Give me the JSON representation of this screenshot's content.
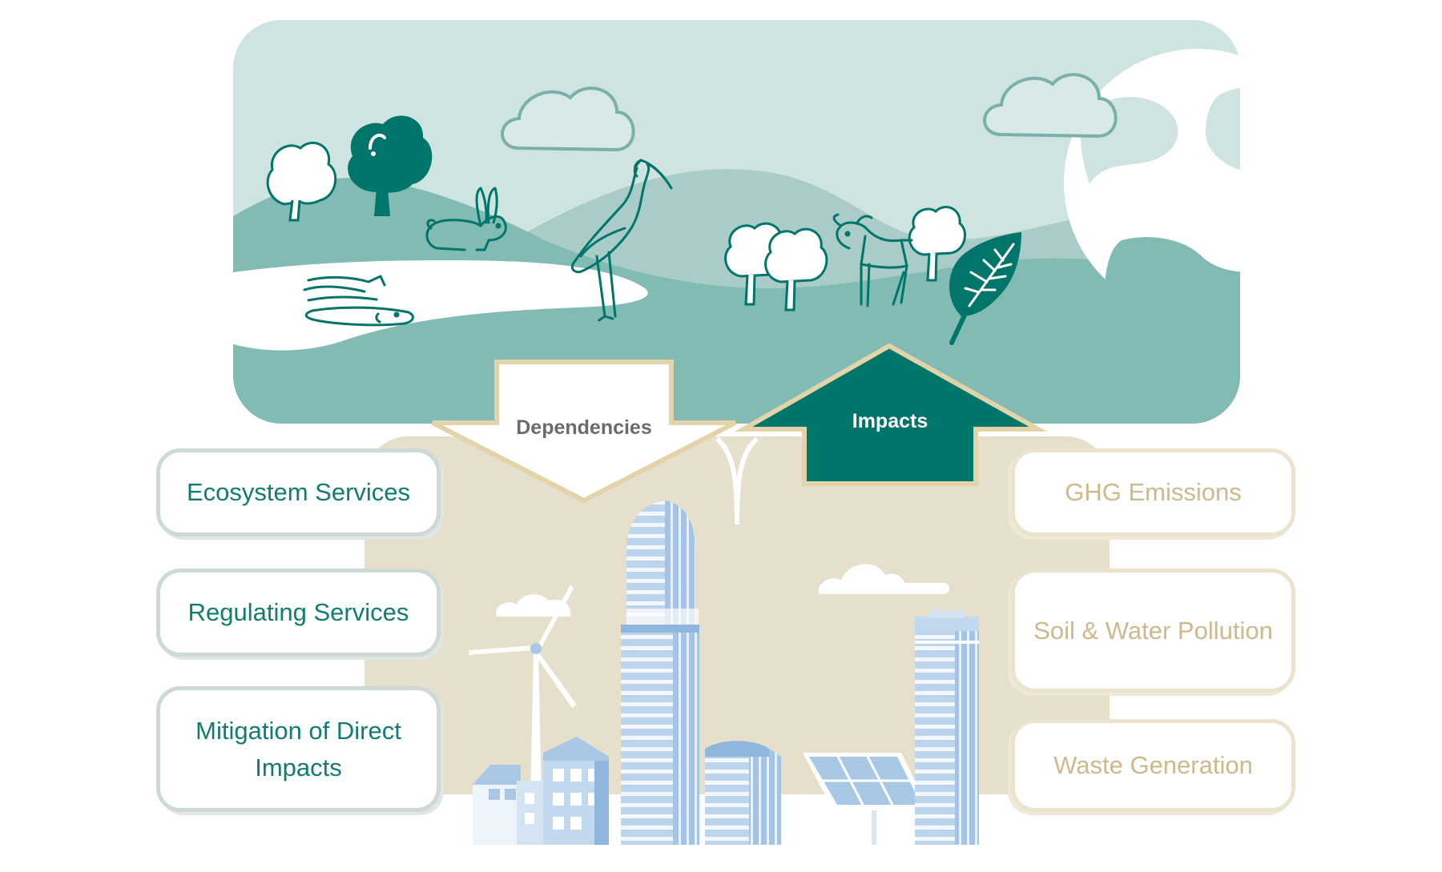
{
  "arrows": {
    "dependencies": "Dependencies",
    "impacts": "Impacts"
  },
  "dependencies": [
    {
      "label": "Ecosystem Services"
    },
    {
      "label": "Regulating Services"
    },
    {
      "label": "Mitigation of Direct Impacts"
    }
  ],
  "impacts": [
    {
      "label": "GHG Emissions"
    },
    {
      "label": "Soil & Water Pollution"
    },
    {
      "label": "Waste Generation"
    }
  ],
  "colors": {
    "sky": "#cfe3e1",
    "hills_light": "#a9ccc8",
    "hills_dark": "#82bab4",
    "teal_dark": "#00756a",
    "beige_panel": "#e5dfcb",
    "beige_outline": "#e2d3a8",
    "building_blue": "#a9c8e6"
  },
  "icons": [
    "tree-icon",
    "rabbit-icon",
    "crane-icon",
    "fish-icon",
    "deer-icon",
    "leaf-icon",
    "globe-icon",
    "cloud-icon",
    "skyscraper-icon",
    "wind-turbine-icon",
    "solar-panel-icon",
    "house-icon"
  ]
}
